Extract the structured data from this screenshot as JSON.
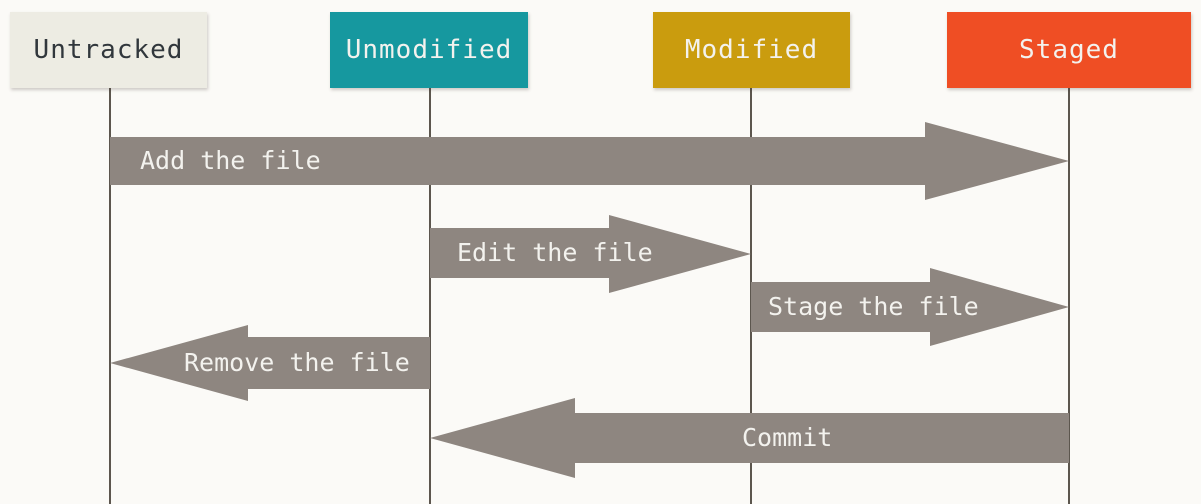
{
  "diagram": {
    "columns": [
      {
        "label": "Untracked",
        "color": "#EDECE3",
        "text_color": "#31373C"
      },
      {
        "label": "Unmodified",
        "color": "#16989F",
        "text_color": "#F3F2EE"
      },
      {
        "label": "Modified",
        "color": "#CA9C0E",
        "text_color": "#F3F2EE"
      },
      {
        "label": "Staged",
        "color": "#EF4E24",
        "text_color": "#F3F2EE"
      }
    ],
    "arrows": [
      {
        "label": "Add the file",
        "from": "Untracked",
        "to": "Staged",
        "direction": "right"
      },
      {
        "label": "Edit the file",
        "from": "Unmodified",
        "to": "Modified",
        "direction": "right"
      },
      {
        "label": "Stage the file",
        "from": "Modified",
        "to": "Staged",
        "direction": "right"
      },
      {
        "label": "Remove the file",
        "from": "Unmodified",
        "to": "Untracked",
        "direction": "left"
      },
      {
        "label": "Commit",
        "from": "Staged",
        "to": "Unmodified",
        "direction": "left"
      }
    ],
    "colors": {
      "background": "#FBFAF7",
      "arrow": "#8E8680",
      "lifeline": "#5C564E"
    }
  }
}
